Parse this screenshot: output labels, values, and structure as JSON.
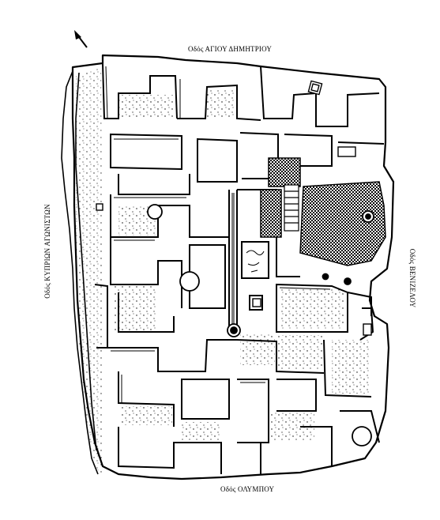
{
  "streets": {
    "top": "Οδός ΑΓΙΟΥ ΔΗΜΗΤΡΙΟΥ",
    "bottom": "Οδός ΟΛΥΜΠΟΥ",
    "left": "Οδός ΚΥΠΡΙΩΝ ΑΓΩΝΙΣΤΩΝ",
    "right": "Οδός ΒΕΝΙΖΕΛΟΥ"
  },
  "north_arrow": {
    "icon": "north-arrow-icon"
  },
  "colors": {
    "ink": "#000000",
    "paper": "#ffffff"
  }
}
